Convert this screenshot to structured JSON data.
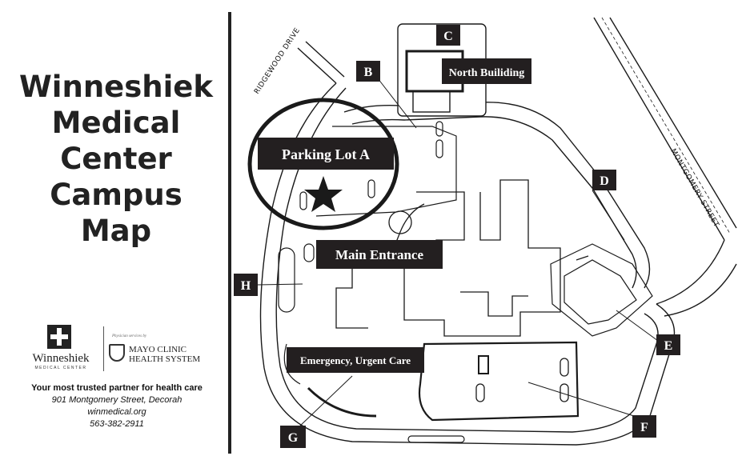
{
  "title": {
    "line1": "Winneshiek",
    "line2": "Medical",
    "line3": "Center",
    "line4": "Campus",
    "line5": "Map"
  },
  "logos": {
    "winneshiek_name": "Winneshiek",
    "winneshiek_sub": "MEDICAL CENTER",
    "mayo_services": "Physician services by",
    "mayo_line1": "MAYO CLINIC",
    "mayo_line2": "HEALTH SYSTEM"
  },
  "contact": {
    "tagline": "Your most trusted partner for health care",
    "address": "901 Montgomery Street, Decorah",
    "website": "winmedical.org",
    "phone": "563-382-2911"
  },
  "streets": {
    "ridgewood": "RIDGEWOOD DRIVE",
    "montgomery": "MONTGOMERY STREET"
  },
  "labels": {
    "b": "B",
    "c": "C",
    "d": "D",
    "e": "E",
    "f": "F",
    "g": "G",
    "h": "H",
    "north_building": "North Builiding",
    "parking_lot_a": "Parking Lot A",
    "main_entrance": "Main Entrance",
    "emergency": "Emergency, Urgent Care"
  },
  "colors": {
    "label_fill": "#231f20",
    "ink": "#1a1a1a"
  }
}
